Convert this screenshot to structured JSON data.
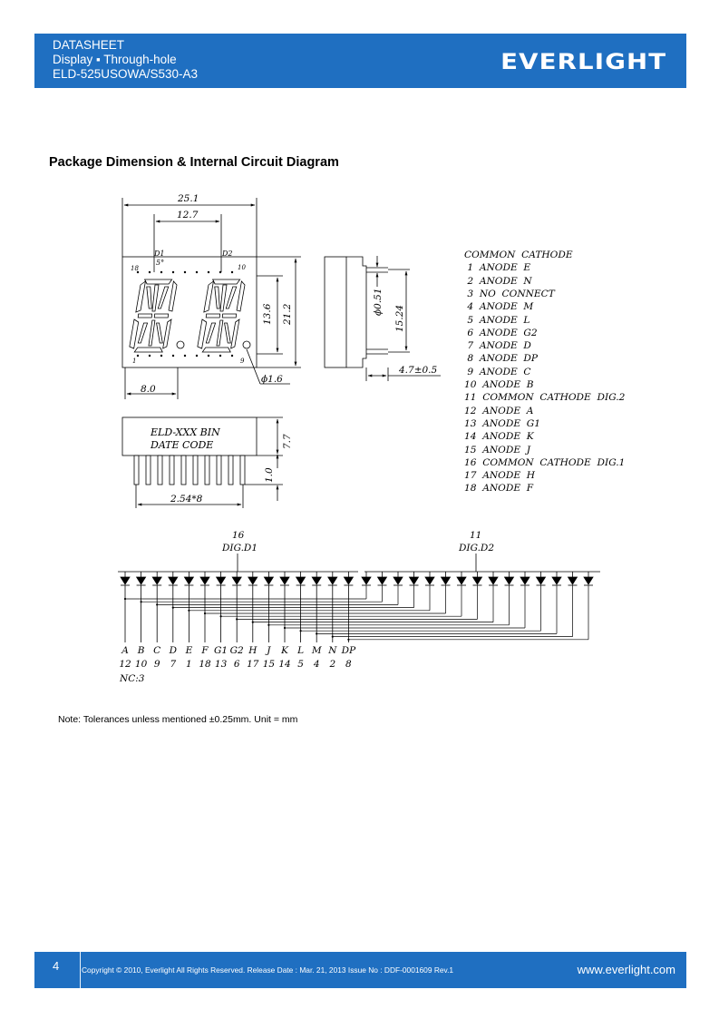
{
  "header": {
    "line1": "DATASHEET",
    "line2": "Display ▪ Through-hole",
    "line3": "ELD-525USOWA/S530-A3",
    "logo": "EVERLIGHT",
    "color": "#1f6fc1"
  },
  "section_title": "Package Dimension & Internal Circuit Diagram",
  "drawing": {
    "dim_overall_width": "25.1",
    "dim_digit_pitch": "12.7",
    "label_d1": "D1",
    "label_d2": "D2",
    "pin18": "18",
    "pin10": "10",
    "pin1": "1",
    "pin9": "9",
    "angle": "5°",
    "dim_char_height": "13.6",
    "dim_overall_height": "21.2",
    "dim_8": "8.0",
    "dim_dp_dia": "ϕ1.6",
    "dim_pin_dia": "ϕ0.51",
    "dim_15_24": "15.24",
    "dim_4_7": "4.7±0.5",
    "side_text1": "ELD-XXX   BIN",
    "side_text2": "DATE      CODE",
    "dim_7_7": "7.7",
    "dim_1_0": "1.0",
    "dim_pitch": "2.54*8"
  },
  "pin_list": [
    "COMMON  CATHODE",
    " 1  ANODE  E",
    " 2  ANODE  N",
    " 3  NO  CONNECT",
    " 4  ANODE  M",
    " 5  ANODE  L",
    " 6  ANODE  G2",
    " 7  ANODE  D",
    " 8  ANODE  DP",
    " 9  ANODE  C",
    "10  ANODE  B",
    "11  COMMON  CATHODE  DIG.2",
    "12  ANODE  A",
    "13  ANODE  G1",
    "14  ANODE  K",
    "15  ANODE  J",
    "16  COMMON  CATHODE  DIG.1",
    "17  ANODE  H",
    "18  ANODE  F"
  ],
  "circuit": {
    "dig1_pin": "16",
    "dig1_label": "DIG.D1",
    "dig2_pin": "11",
    "dig2_label": "DIG.D2",
    "segments": [
      "A",
      "B",
      "C",
      "D",
      "E",
      "F",
      "G1",
      "G2",
      "H",
      "J",
      "K",
      "L",
      "M",
      "N",
      "DP"
    ],
    "pins": [
      "12",
      "10",
      "9",
      "7",
      "1",
      "18",
      "13",
      "6",
      "17",
      "15",
      "14",
      "5",
      "4",
      "2",
      "8"
    ],
    "nc": "NC:3"
  },
  "note": "Note: Tolerances unless mentioned ±0.25mm. Unit = mm",
  "footer": {
    "page": "4",
    "copyright": "Copyright © 2010, Everlight All Rights Reserved. Release Date : Mar. 21, 2013 Issue No : DDF-0001609 Rev.1",
    "url": "www.everlight.com"
  }
}
